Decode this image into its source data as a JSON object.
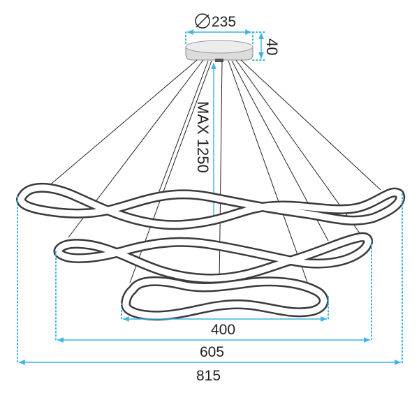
{
  "diagram": {
    "dimensions": {
      "canopy_diameter": "235",
      "canopy_height": "40",
      "max_suspension": "MAX 1250",
      "ring_small": "400",
      "ring_medium": "605",
      "ring_large": "815"
    },
    "icons": {
      "diameter_symbol": "diameter-icon"
    },
    "colors": {
      "dimension_accent": "#3db3e6",
      "ring_frame": "#3a3a3a",
      "wire": "#222222"
    }
  }
}
